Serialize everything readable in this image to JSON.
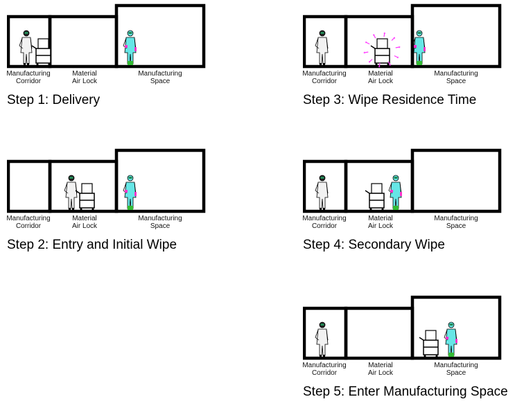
{
  "room_labels": {
    "corridor": "Manufacturing\nCorridor",
    "airlock": "Material\nAir Lock",
    "space": "Manufacturing\nSpace"
  },
  "steps": [
    {
      "title": "Step 1: Delivery"
    },
    {
      "title": "Step 2: Entry and Initial Wipe"
    },
    {
      "title": "Step 3: Wipe Residence Time"
    },
    {
      "title": "Step 4: Secondary Wipe"
    },
    {
      "title": "Step 5: Enter Manufacturing Space"
    }
  ],
  "colors": {
    "wall": "#000000",
    "gown": "#f2f2f2",
    "suit": "#66e6e6",
    "glove": "#ff33cc",
    "boot": "#33bb33",
    "arrow": "#ff33ff"
  }
}
